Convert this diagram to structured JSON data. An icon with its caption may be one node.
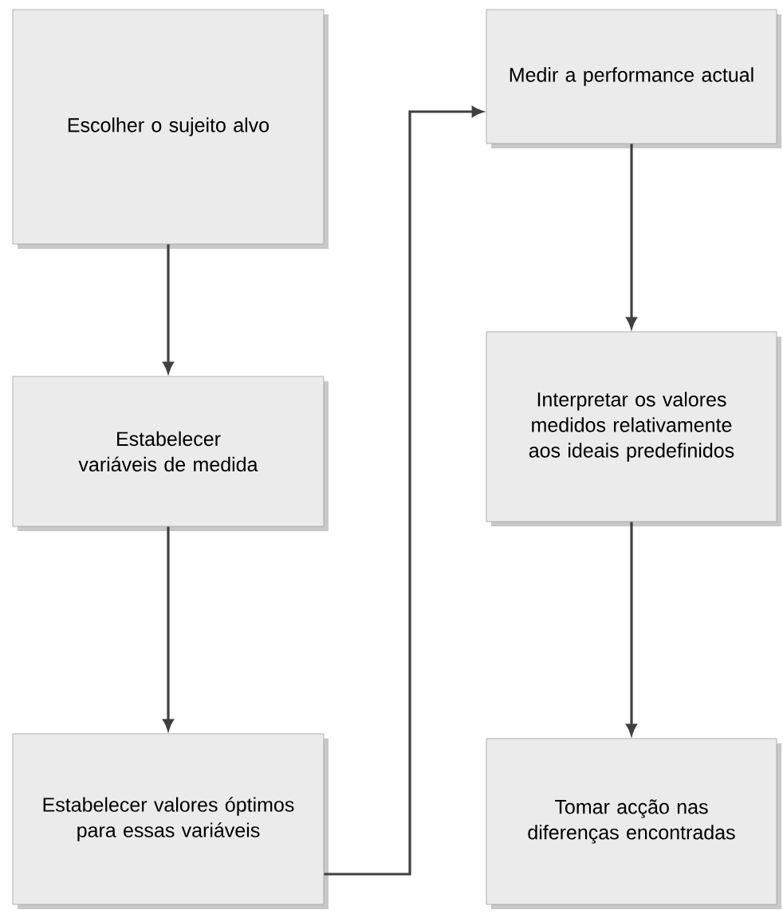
{
  "diagram": {
    "nodes": [
      {
        "text": [
          "Escolher o sujeito alvo"
        ]
      },
      {
        "text": [
          "Estabelecer variáveis de medida"
        ]
      },
      {
        "text": [
          "Estabelecer valores óptimos para essas variáveis"
        ]
      },
      {
        "text": [
          "Medir a performance actual"
        ]
      },
      {
        "text": [
          "Interpretar os valores medidos relativamente aos ideais predefinidos"
        ]
      },
      {
        "text": [
          "Tomar acção nas diferenças encontradas"
        ]
      }
    ],
    "edges": [
      {
        "from": 0,
        "to": 1,
        "arrow": "to"
      },
      {
        "from": 1,
        "to": 2,
        "arrow": "to"
      },
      {
        "from": 2,
        "to": 3,
        "arrow": "to"
      },
      {
        "from": 3,
        "to": 4,
        "arrow": "to"
      },
      {
        "from": 4,
        "to": 5,
        "arrow": "to"
      }
    ]
  }
}
